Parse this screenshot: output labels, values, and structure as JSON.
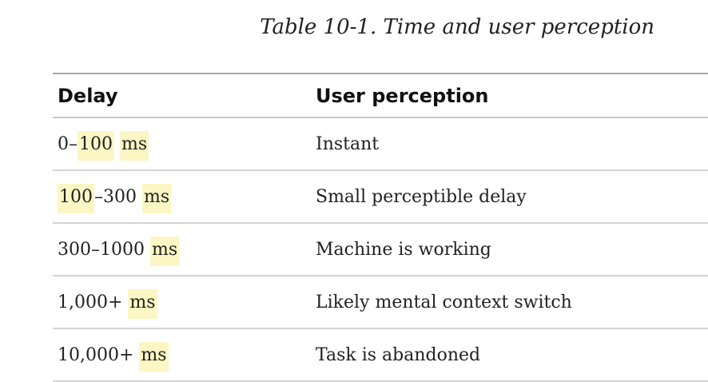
{
  "caption": "Table 10-1. Time and user perception",
  "columns": [
    "Delay",
    "User perception"
  ],
  "rows": [
    {
      "delay": [
        {
          "t": "0–",
          "hl": false
        },
        {
          "t": "100",
          "hl": true
        },
        {
          "t": " ",
          "hl": false
        },
        {
          "t": "ms",
          "hl": true
        }
      ],
      "perception": "Instant"
    },
    {
      "delay": [
        {
          "t": "100",
          "hl": true
        },
        {
          "t": "–300 ",
          "hl": false
        },
        {
          "t": "ms",
          "hl": true
        }
      ],
      "perception": "Small perceptible delay"
    },
    {
      "delay": [
        {
          "t": "300–1000 ",
          "hl": false
        },
        {
          "t": "ms",
          "hl": true
        }
      ],
      "perception": "Machine is working"
    },
    {
      "delay": [
        {
          "t": "1,000+ ",
          "hl": false
        },
        {
          "t": "ms",
          "hl": true
        }
      ],
      "perception": "Likely mental context switch"
    },
    {
      "delay": [
        {
          "t": "10,000+ ",
          "hl": false
        },
        {
          "t": "ms",
          "hl": true
        }
      ],
      "perception": "Task is abandoned"
    }
  ],
  "colors": {
    "highlight": "#fbf6c4",
    "rule_top": "#a8a8a8",
    "rule_row": "#d4d4d4"
  }
}
